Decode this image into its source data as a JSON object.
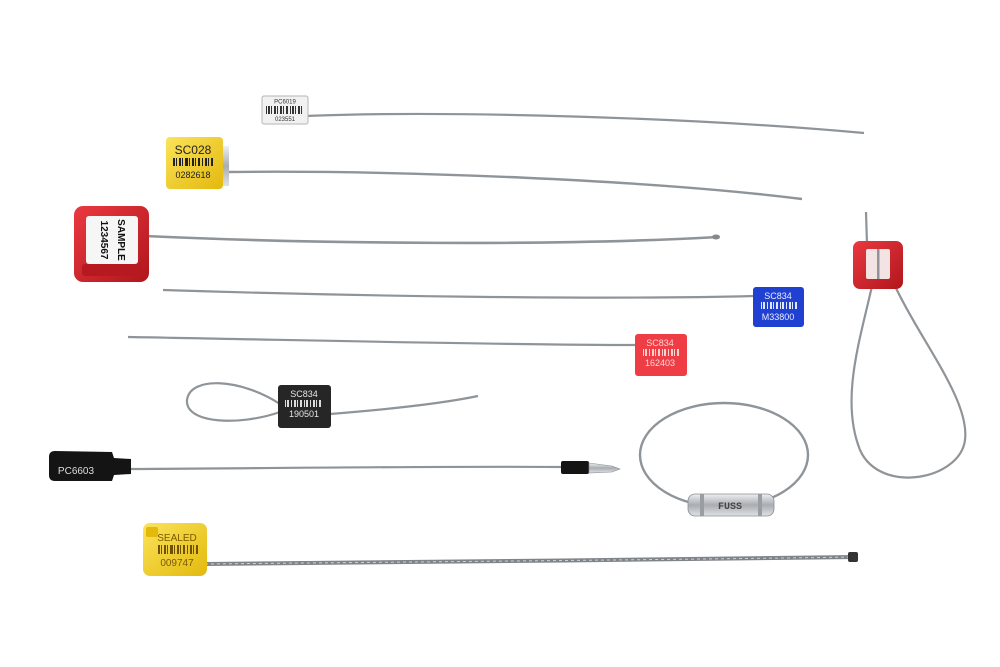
{
  "scene": {
    "description_free": true,
    "background": "#ffffff"
  },
  "seals": [
    {
      "id": "pc6019",
      "color": "#eeeeee",
      "text_color": "#333333",
      "model": "PC6019",
      "serial": "023551"
    },
    {
      "id": "sc028",
      "color": "#f2cf2a",
      "text_color": "#222222",
      "model": "SC028",
      "serial": "0282618"
    },
    {
      "id": "sample",
      "color": "#d2232a",
      "text_color": "#111111",
      "model": "SAMPLE",
      "serial": "1234567"
    },
    {
      "id": "sc834-blue",
      "color": "#1f3fcf",
      "text_color": "#e8eefc",
      "model": "SC834",
      "serial": "M33800"
    },
    {
      "id": "sc834-red",
      "color": "#ee3b44",
      "text_color": "#ffd6d6",
      "model": "SC834",
      "serial": "162403"
    },
    {
      "id": "sc834-black",
      "color": "#262626",
      "text_color": "#e6e6e6",
      "model": "SC834",
      "serial": "190501"
    },
    {
      "id": "pc6603",
      "color": "#141414",
      "text_color": "#dddddd",
      "model": "PC6603"
    },
    {
      "id": "ring-seal",
      "color": "#b9b9b9",
      "text_color": "#444444",
      "model": "FUSS"
    },
    {
      "id": "sealed",
      "color": "#f5cc13",
      "text_color": "#7a5a00",
      "model": "SEALED",
      "serial": "009747"
    },
    {
      "id": "red-loop",
      "color": "#d72a31"
    }
  ],
  "colors": {
    "cable": "#8f9499",
    "cable_light": "#c9ccd0",
    "steel": "#b8bcc0"
  }
}
